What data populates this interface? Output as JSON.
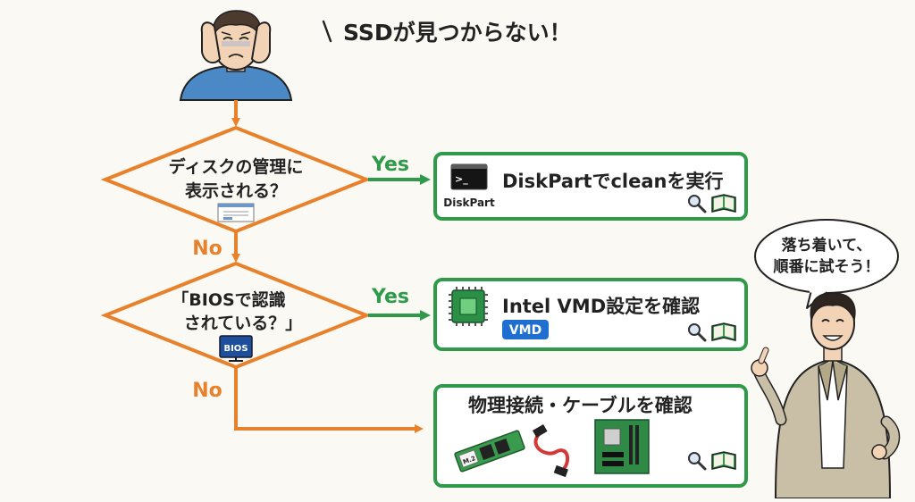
{
  "title": "SSDが見つからない！",
  "decision1": {
    "line1": "ディスクの管理に",
    "line2": "表示される？"
  },
  "decision2": {
    "line1": "「BIOSで認識",
    "line2": "されている？」",
    "icon_label": "BIOS"
  },
  "branch_yes": "Yes",
  "branch_no": "No",
  "result1": {
    "title": "DiskPartでcleanを実行",
    "icon_label": "DiskPart",
    "prompt_glyph": ">_"
  },
  "result2": {
    "title": "Intel VMD設定を確認",
    "badge": "VMD"
  },
  "result3": {
    "title": "物理接続・ケーブルを確認",
    "m2_label": "M.2"
  },
  "advice": {
    "line1": "落ち着いて、",
    "line2": "順番に試そう！"
  },
  "colors": {
    "orange": "#e8812b",
    "green": "#2f9a4a",
    "badge_blue": "#1f6fd1",
    "sweater_blue": "#4a88c6",
    "jacket_beige": "#c9bfa6"
  }
}
